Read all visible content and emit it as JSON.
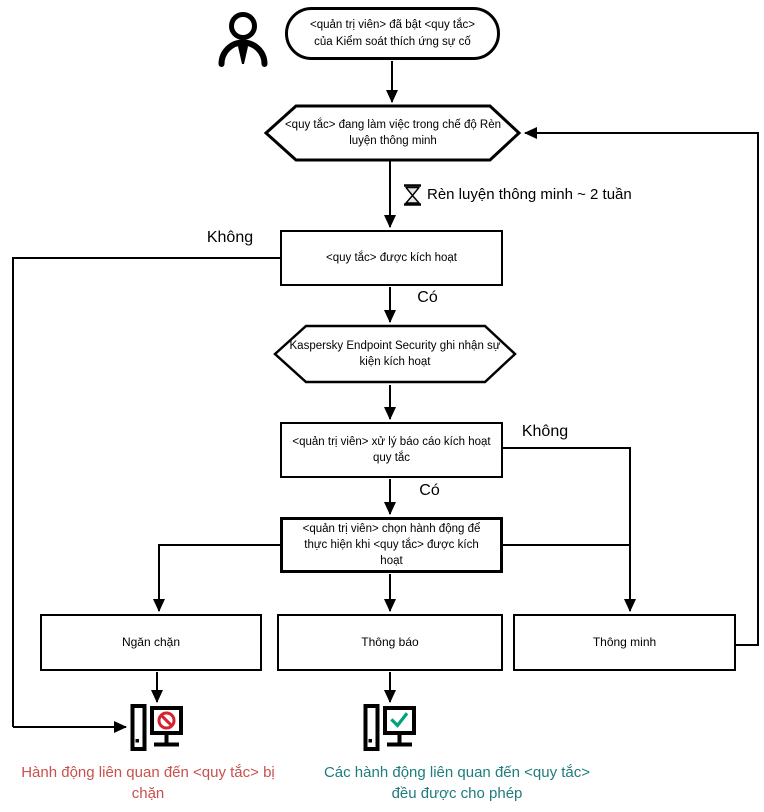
{
  "diagram": {
    "nodes": {
      "start": "<quản trị viên> đã bật <quy tắc> của Kiểm soát thích ứng sự cố",
      "training_mode": "<quy tắc> đang làm việc trong chế độ Rèn luyện thông minh",
      "rule_triggered": "<quy tắc> được kích hoạt",
      "kes_logs": "Kaspersky Endpoint Security ghi nhận sự kiện kích hoạt",
      "admin_processes": "<quản trị viên> xử lý báo cáo kích hoạt quy tắc",
      "admin_chooses": "<quản trị viên> chọn hành động để thực hiện khi <quy tắc> được kích hoạt",
      "action_block": "Ngăn chặn",
      "action_notify": "Thông báo",
      "action_smart": "Thông minh"
    },
    "edge_labels": {
      "no_left": "Không",
      "yes_after_trigger": "Có",
      "no_right": "Không",
      "yes_after_report": "Có",
      "timer": "Rèn luyện thông minh ~ 2 tuần"
    },
    "outcomes": {
      "blocked": {
        "text": "Hành động liên quan đến <quy tắc> bị chặn",
        "color": "#c9504c"
      },
      "allowed": {
        "text": "Các hành động liên quan đến <quy tắc> đều được cho phép",
        "color": "#1f7c7c"
      }
    },
    "icons": {
      "person": "person-icon",
      "hourglass": "hourglass-icon",
      "blocked_pc": "blocked-computer-icon",
      "allowed_pc": "allowed-computer-icon",
      "prohibition_color": "#d8222e",
      "check_color": "#00a17e",
      "line_color": "#000000"
    }
  }
}
